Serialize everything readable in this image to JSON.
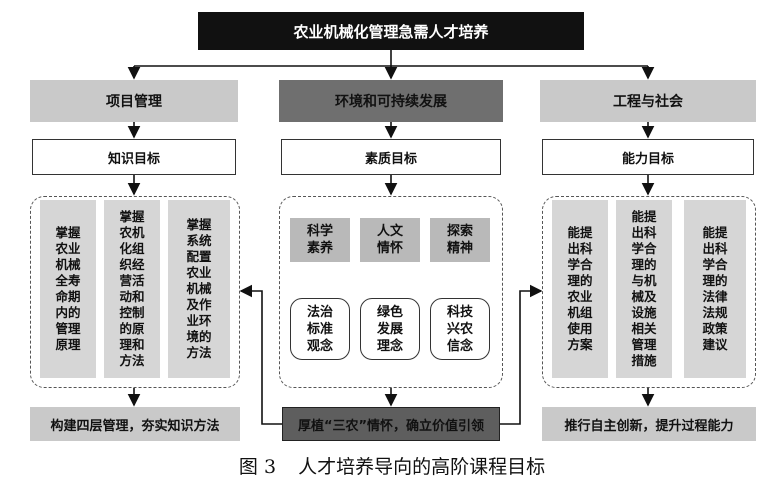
{
  "title": "农业机械化管理急需人才培养",
  "categories": [
    "项目管理",
    "环境和可持续发展",
    "工程与社会"
  ],
  "goals": [
    "知识目标",
    "素质目标",
    "能力目标"
  ],
  "knowledge_items": [
    "掌握农业机械全寿命期内的管理原理",
    "掌握农机化组织经营活动和控制的原理和方法",
    "掌握系统配置农业机械及作业环境的方法"
  ],
  "quality_top": [
    "科学素养",
    "人文情怀",
    "探索精神"
  ],
  "quality_bottom": [
    "法治标准观念",
    "绿色发展理念",
    "科技兴农信念"
  ],
  "ability_items": [
    "能提出科学合理的农业机组使用方案",
    "能提出科学合理的与机械及设施相关管理措施",
    "能提出科学合理的法律法规政策建议"
  ],
  "bottoms": [
    "构建四层管理，夯实知识方法",
    "厚植“三农”情怀，确立价值引领",
    "推行自主创新，提升过程能力"
  ],
  "caption": {
    "number": "图 3",
    "text": "人才培养导向的高阶课程目标"
  }
}
